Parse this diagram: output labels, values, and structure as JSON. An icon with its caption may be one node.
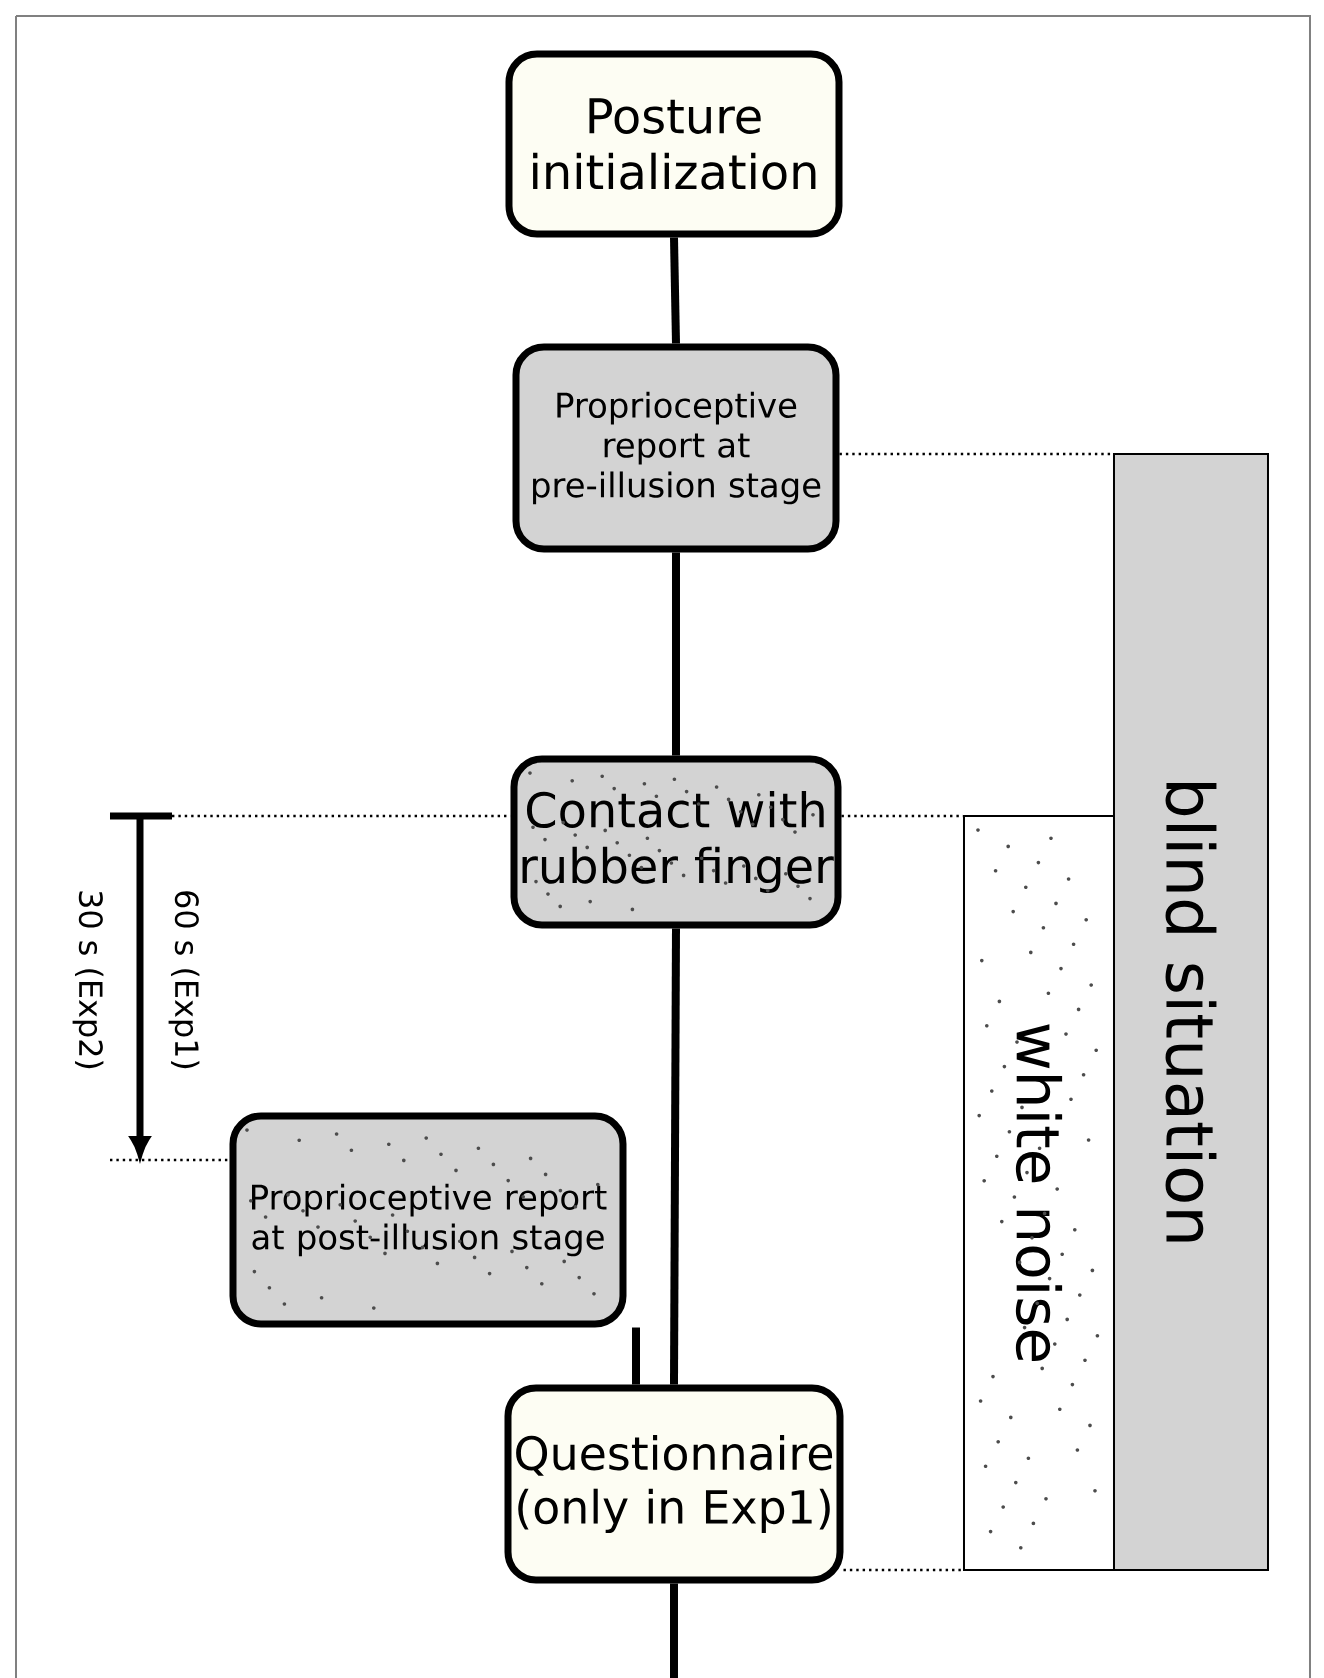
{
  "diagram": {
    "nodes": [
      {
        "text": [
          "Posture initialization"
        ]
      },
      {
        "text": [
          "Proprioceptive report at pre-illusion stage"
        ]
      },
      {
        "text": [
          "Contact with rubber finger"
        ]
      },
      {
        "text": [
          "Proprioceptive report at post-illusion stage"
        ]
      },
      {
        "text": [
          "Questionnaire (only in Exp1)"
        ]
      },
      {
        "text": [
          "blind situation"
        ]
      },
      {
        "text": [
          "white noise"
        ]
      }
    ],
    "edges": [
      {
        "from": 0,
        "to": 1,
        "arrow": "none"
      },
      {
        "from": 1,
        "to": 2,
        "arrow": "none"
      },
      {
        "from": 2,
        "to": 4,
        "arrow": "none"
      },
      {
        "from": 3,
        "to": 4,
        "arrow": "none"
      },
      {
        "from": 4,
        "to": null,
        "arrow": "none"
      },
      {
        "from": 1,
        "to": 5,
        "arrow": "none",
        "style": "dashed"
      },
      {
        "from": 2,
        "to": 6,
        "arrow": "none",
        "style": "dashed"
      },
      {
        "from": 4,
        "to": 6,
        "arrow": "none",
        "style": "dashed"
      }
    ],
    "labels": [
      "60 s (Exp1)",
      "30 s (Exp2)"
    ]
  }
}
